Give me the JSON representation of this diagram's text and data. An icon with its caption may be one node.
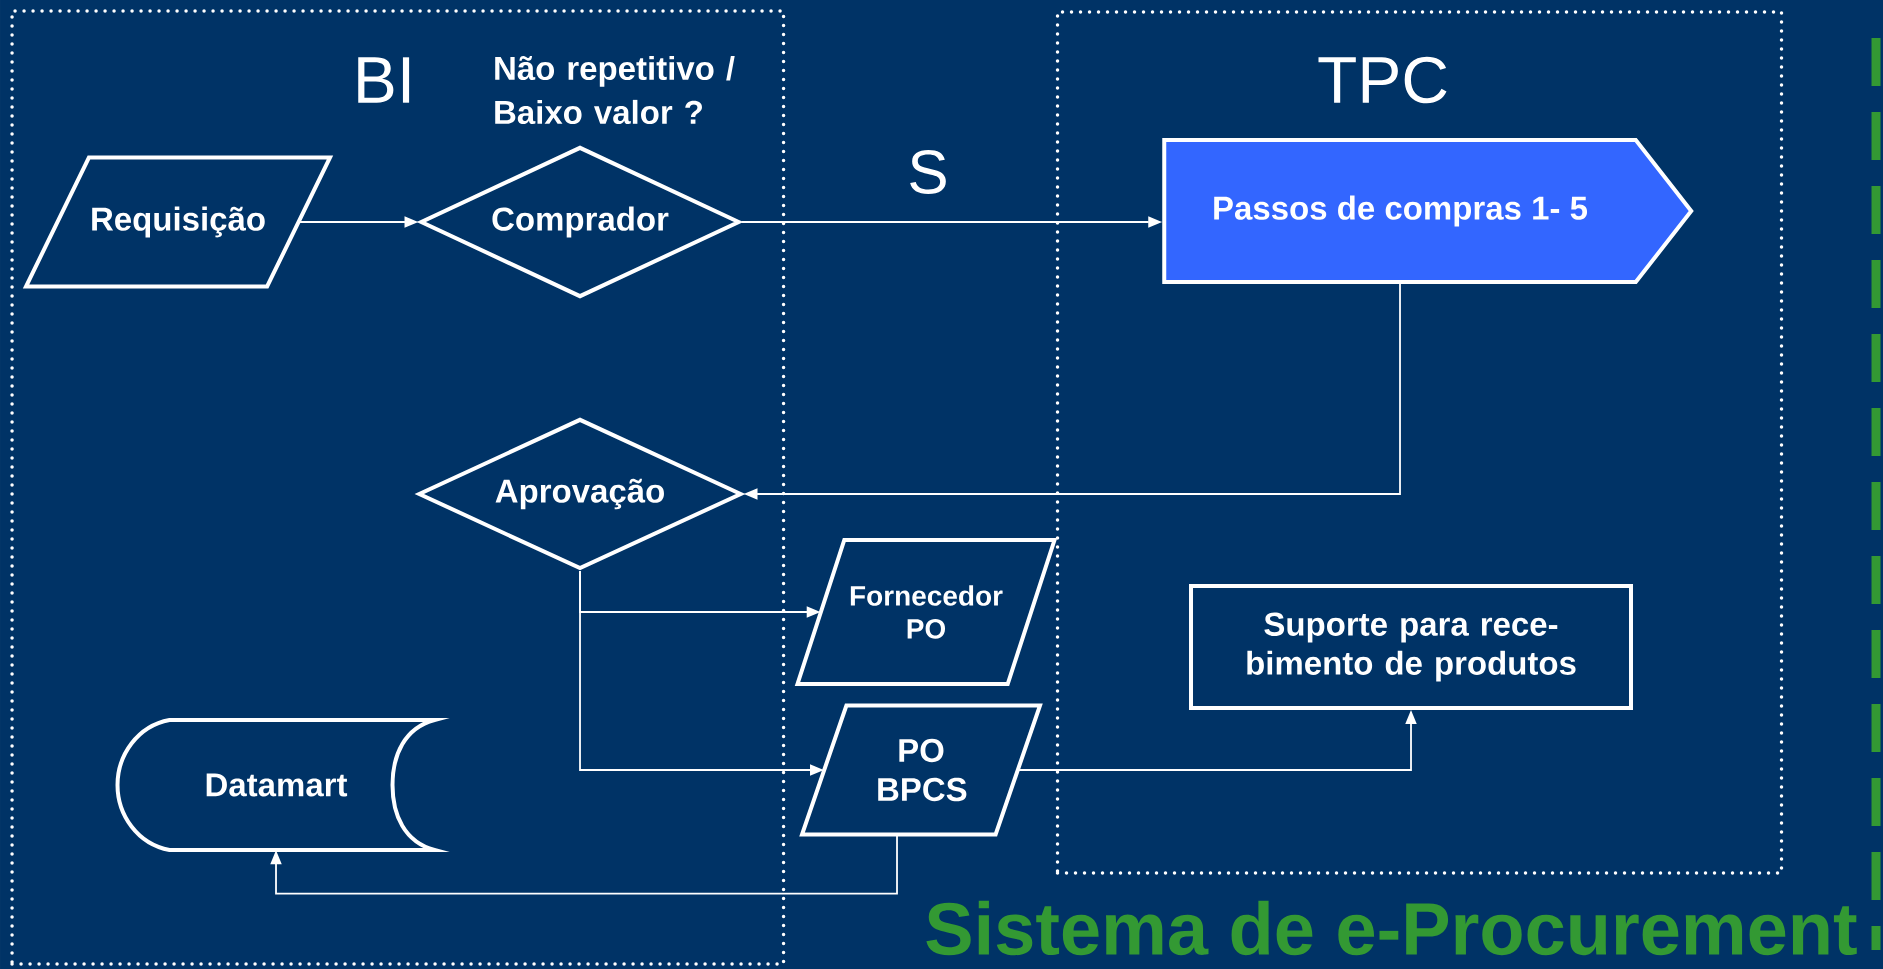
{
  "diagram": {
    "title": "Sistema de e-Procurement",
    "nodes": [
      {
        "text": [
          "BI"
        ]
      },
      {
        "text": [
          "Requisição"
        ],
        "in": 0
      },
      {
        "text": [
          "Comprador"
        ],
        "in": 0,
        "beside": [
          "Não repetitivo / Baixo valor ?"
        ]
      },
      {
        "text": [
          "TPC"
        ]
      },
      {
        "text": [
          "Passos de compras  1- 5"
        ],
        "in": 3
      },
      {
        "text": [
          "Aprovação"
        ],
        "in": 0
      },
      {
        "text": [
          "Fornecedor PO"
        ]
      },
      {
        "text": [
          "PO BPCS"
        ]
      },
      {
        "text": [
          "Datamart"
        ],
        "in": 0
      },
      {
        "text": [
          "Suporte para rece- bimento de produtos"
        ],
        "in": 3
      }
    ],
    "edges": [
      {
        "from": 1,
        "to": 2,
        "arrow": "to"
      },
      {
        "from": 2,
        "to": 4,
        "arrow": "to"
      },
      {
        "from": 4,
        "to": 5,
        "arrow": "to"
      },
      {
        "from": 5,
        "to": 6,
        "arrow": "to"
      },
      {
        "from": 5,
        "to": 7,
        "arrow": "to"
      },
      {
        "from": 7,
        "to": 9,
        "arrow": "to"
      },
      {
        "from": 7,
        "to": 8,
        "arrow": "to"
      }
    ],
    "labels": [
      "S"
    ]
  }
}
